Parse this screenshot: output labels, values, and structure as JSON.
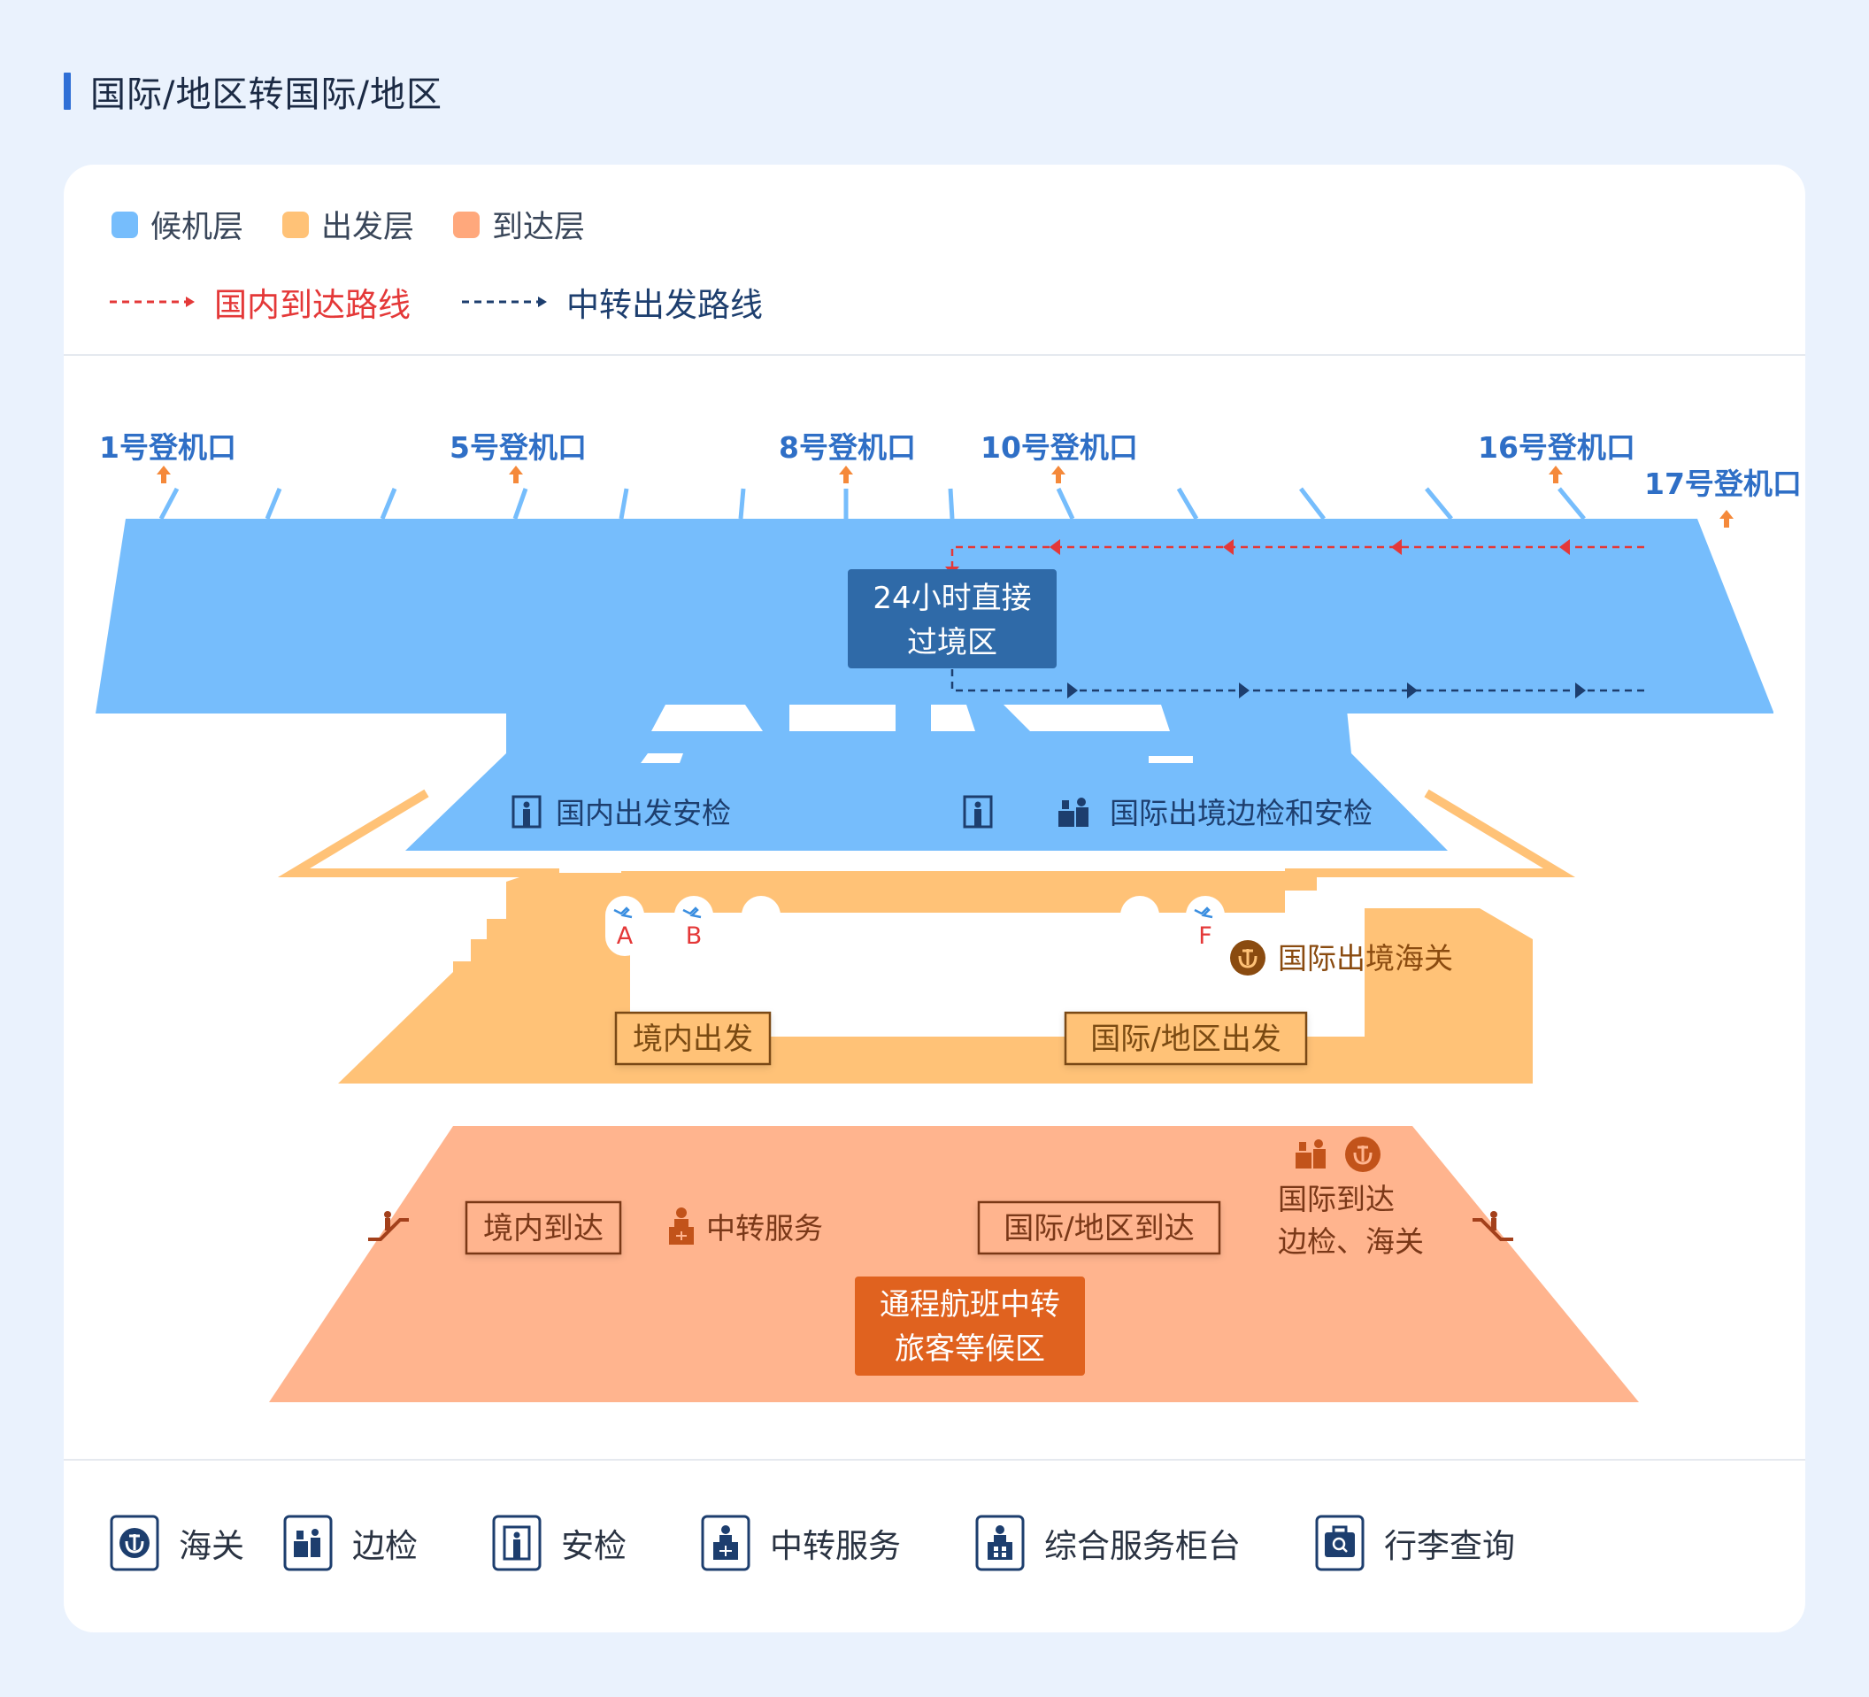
{
  "title": "国际/地区转国际/地区",
  "legend": {
    "layers": [
      {
        "label": "候机层",
        "color": "#76bdfc"
      },
      {
        "label": "出发层",
        "color": "#ffc277"
      },
      {
        "label": "到达层",
        "color": "#ffa87c"
      }
    ],
    "routes": [
      {
        "label": "国内到达路线",
        "color": "#e43838"
      },
      {
        "label": "中转出发路线",
        "color": "#1d3e6e"
      }
    ]
  },
  "gates": [
    "1号登机口",
    "5号登机口",
    "8号登机口",
    "10号登机口",
    "16号登机口",
    "17号登机口"
  ],
  "boarding_level": {
    "transit_zone_line1": "24小时直接",
    "transit_zone_line2": "过境区",
    "domestic_security": "国内出发安检",
    "intl_checks": "国际出境边检和安检"
  },
  "departure_level": {
    "counters": [
      "A",
      "B",
      "F"
    ],
    "intl_customs": "国际出境海关",
    "domestic_departure": "境内出发",
    "intl_departure": "国际/地区出发"
  },
  "arrival_level": {
    "domestic_arrival": "境内到达",
    "transfer_service": "中转服务",
    "intl_arrival": "国际/地区到达",
    "intl_arrival_checks_line1": "国际到达",
    "intl_arrival_checks_line2": "边检、海关",
    "through_flight_line1": "通程航班中转",
    "through_flight_line2": "旅客等候区"
  },
  "icon_legend": [
    {
      "icon": "customs-icon",
      "label": "海关"
    },
    {
      "icon": "border-control-icon",
      "label": "边检"
    },
    {
      "icon": "security-check-icon",
      "label": "安检"
    },
    {
      "icon": "transfer-service-icon",
      "label": "中转服务"
    },
    {
      "icon": "service-counter-icon",
      "label": "综合服务柜台"
    },
    {
      "icon": "baggage-inquiry-icon",
      "label": "行李查询"
    }
  ],
  "colors": {
    "boarding": "#76bdfc",
    "departure": "#ffc277",
    "arrival": "#ffb48e",
    "dark_blue": "#1d3e6e",
    "red_route": "#e43838",
    "gate_blue": "#2f6fc6",
    "arrow_orange": "#f5893a"
  }
}
